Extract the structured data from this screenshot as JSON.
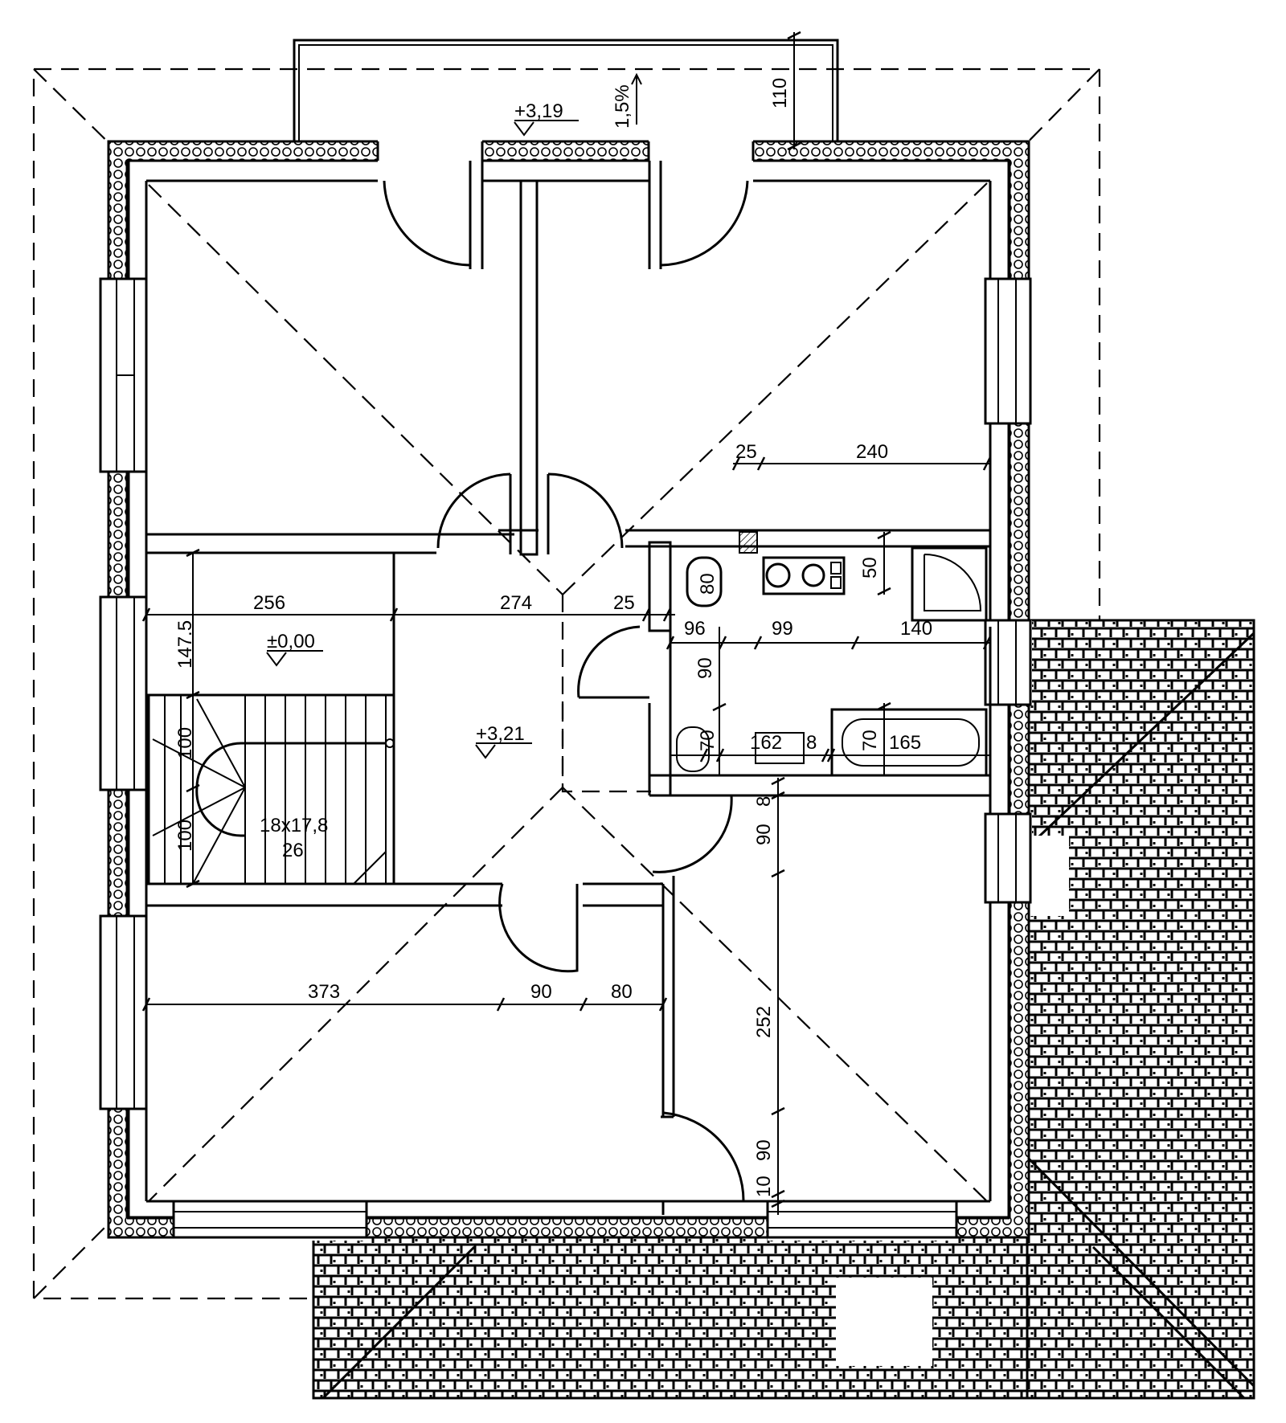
{
  "levels": {
    "balcony": "+3,19",
    "stair_landing": "±0,00",
    "hall": "+3,21"
  },
  "slope": "1,5%",
  "stair": {
    "step": "18x17,8",
    "count": "26"
  },
  "dimensions": {
    "balcony_depth": "110",
    "room_ne_a": "25",
    "room_ne_b": "240",
    "hall_a": "256",
    "hall_b": "274",
    "hall_c": "25",
    "stair_depth": "147.5",
    "stair_a": "100",
    "stair_b": "100",
    "bath_a": "96",
    "bath_b": "99",
    "bath_c": "140",
    "bath_depth": "90",
    "shower_side": "50",
    "wc_width": "80",
    "basin_a": "70",
    "basin_b": "162",
    "basin_gap": "8",
    "tub_a": "70",
    "tub_b": "165",
    "room_se_a": "8",
    "room_se_b": "90",
    "room_se_c": "252",
    "room_se_d": "90",
    "room_se_e": "10",
    "room_sw_a": "373",
    "room_sw_b": "90",
    "room_sw_c": "80"
  }
}
